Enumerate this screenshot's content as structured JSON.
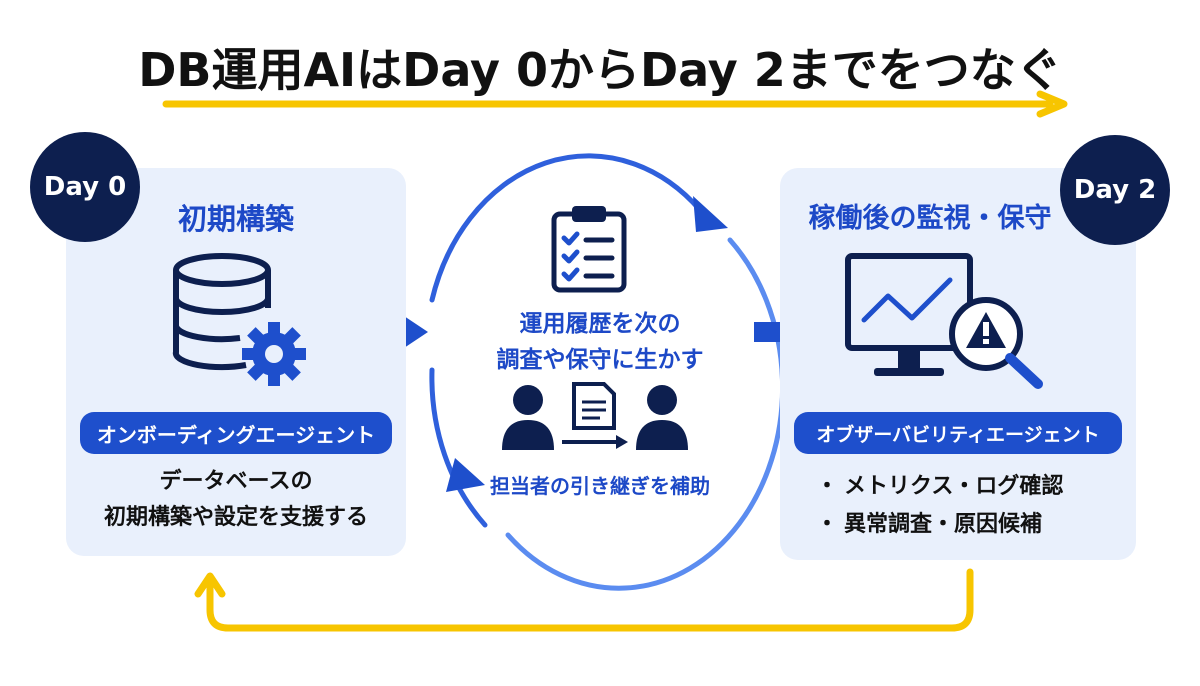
{
  "title": "DB運用AIはDay 0からDay 2までをつなぐ",
  "colors": {
    "navy": "#0d1f4f",
    "blue": "#1e4fcc",
    "light_blue": "#5b8cf0",
    "card_bg": "#e9f0fc",
    "yellow": "#f7c500"
  },
  "left_card": {
    "badge": "Day 0",
    "title": "初期構築",
    "icon": "database-gear-icon",
    "agent": "オンボーディングエージェント",
    "desc_lines": [
      "データベースの",
      "初期構築や設定を支援する"
    ]
  },
  "center": {
    "icon_top": "clipboard-checklist-icon",
    "main_lines": [
      "運用履歴を次の",
      "調査や保守に生かす"
    ],
    "icon_bottom": "handover-people-document-icon",
    "sub": "担当者の引き継ぎを補助"
  },
  "right_card": {
    "badge": "Day 2",
    "title": "稼働後の監視・保守",
    "icon": "monitor-alert-magnifier-icon",
    "agent": "オブザーバビリティエージェント",
    "bullets": [
      "メトリクス・ログ確認",
      "異常調査・原因候補"
    ]
  }
}
